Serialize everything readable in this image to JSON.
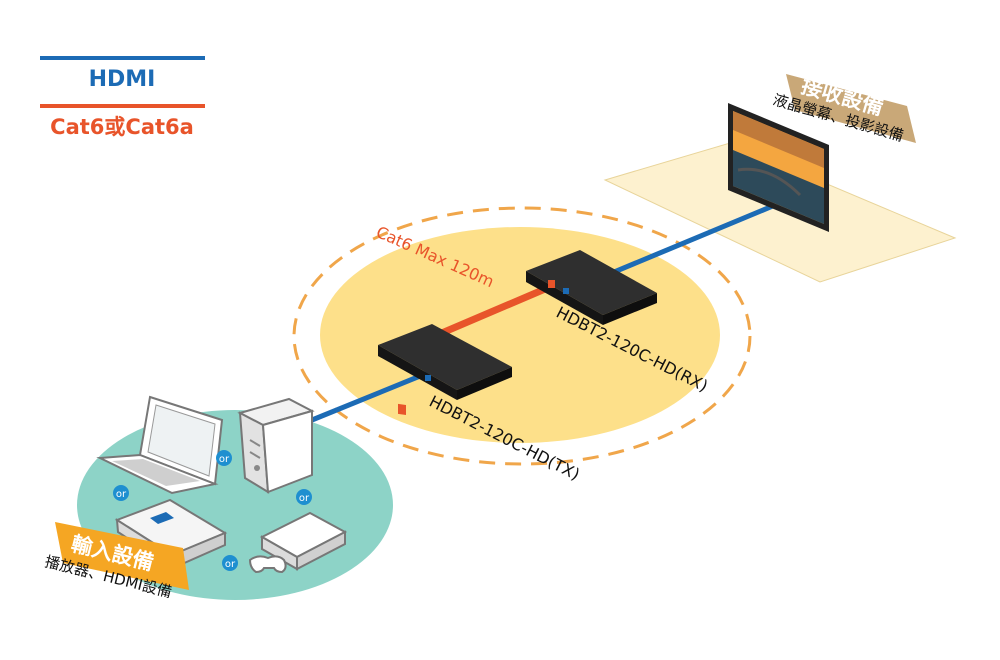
{
  "legend": {
    "hdmi_label": "HDMI",
    "hdmi_color": "#1c6bb5",
    "cat_label": "Cat6或Cat6a",
    "cat_color": "#e8542a"
  },
  "cable_label": "Cat6 Max 120m",
  "devices": {
    "tx_label": "HDBT2-120C-HD(TX)",
    "rx_label": "HDBT2-120C-HD(RX)"
  },
  "input": {
    "title": "輸入設備",
    "subtitle": "播放器、HDMI設備",
    "or_label": "or",
    "badge_color": "#f5a623"
  },
  "output": {
    "title": "接收設備",
    "subtitle": "液晶螢幕、投影設備",
    "badge_color": "#c9a878"
  },
  "colors": {
    "zone_yellow": "#fde08a",
    "zone_dash": "#f0a64a",
    "input_area": "#8dd3c7",
    "output_area": "#fdf1cf",
    "or_badge": "#1e8fd0"
  }
}
